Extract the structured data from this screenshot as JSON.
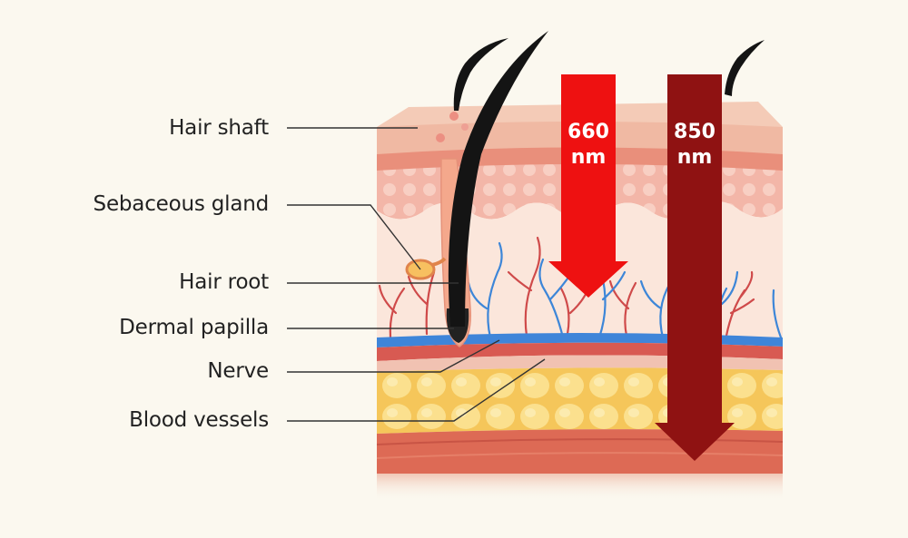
{
  "labels": {
    "hair_shaft": "Hair shaft",
    "sebaceous_gland": "Sebaceous gland",
    "hair_root": "Hair root",
    "dermal_papilla": "Dermal papilla",
    "nerve": "Nerve",
    "blood_vessels": "Blood vessels"
  },
  "arrows": {
    "red": {
      "value": "660",
      "unit": "nm",
      "color": "#ee1111"
    },
    "dark_red": {
      "value": "850",
      "unit": "nm",
      "color": "#8f1212"
    }
  },
  "colors": {
    "epidermis_top": "#f3c3b3",
    "dermis": "#fbe3d9",
    "fat": "#f7cf6b",
    "muscle": "#d9654f",
    "nerve": "#2e7bd6",
    "vessel": "#d23a3a",
    "hair": "#141414"
  }
}
